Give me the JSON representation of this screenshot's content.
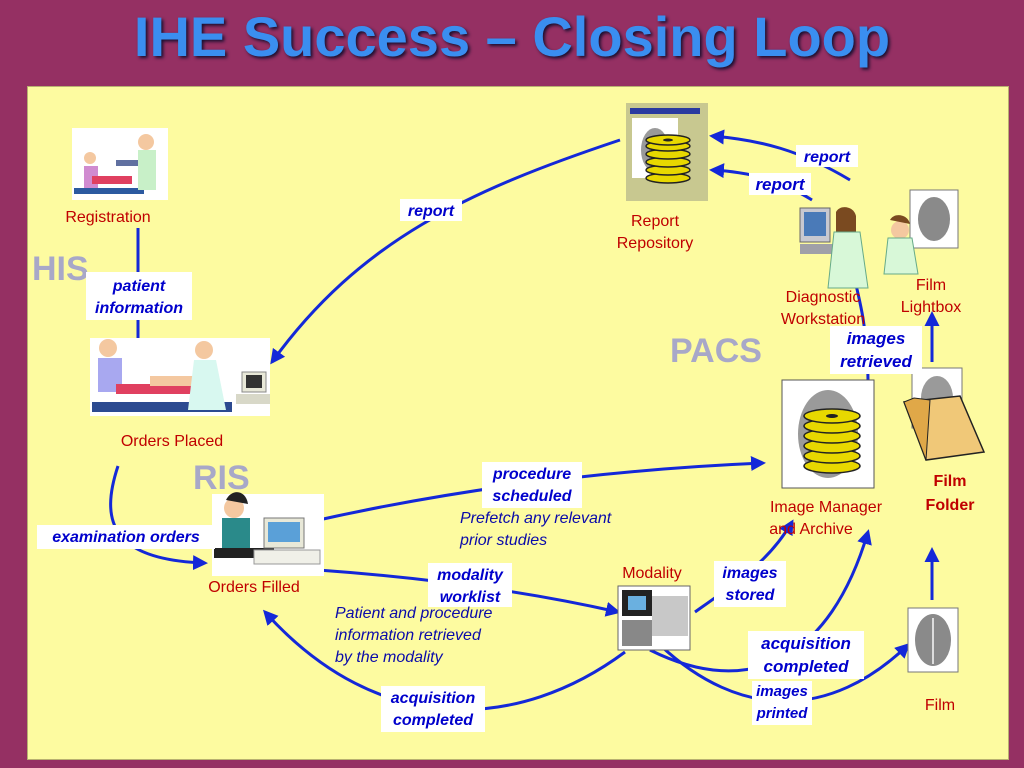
{
  "title": "IHE Success – Closing Loop",
  "systems": {
    "his": "HIS",
    "ris": "RIS",
    "pacs": "PACS"
  },
  "nodes": {
    "registration": "Registration",
    "orders_placed": "Orders Placed",
    "orders_filled": "Orders Filled",
    "report_repository_1": "Report",
    "report_repository_2": "Repository",
    "diagnostic_workstation_1": "Diagnostic",
    "diagnostic_workstation_2": "Workstation",
    "film_lightbox_1": "Film",
    "film_lightbox_2": "Lightbox",
    "image_manager_1": "Image Manager",
    "image_manager_2": "and Archive",
    "film_folder_1": "Film",
    "film_folder_2": "Folder",
    "modality": "Modality",
    "film": "Film"
  },
  "flows": {
    "report_to_orders": "report",
    "report_top": "report",
    "report_second": "report",
    "patient_information_1": "patient",
    "patient_information_2": "information",
    "examination_orders": "examination orders",
    "procedure_scheduled_1": "procedure",
    "procedure_scheduled_2": "scheduled",
    "modality_worklist_1": "modality",
    "modality_worklist_2": "worklist",
    "images_stored_1": "images",
    "images_stored_2": "stored",
    "images_retrieved_1": "images",
    "images_retrieved_2": "retrieved",
    "acquisition_completed_right_1": "acquisition",
    "acquisition_completed_right_2": "completed",
    "images_printed_1": "images",
    "images_printed_2": "printed",
    "acquisition_completed_bottom_1": "acquisition",
    "acquisition_completed_bottom_2": "completed"
  },
  "notes": {
    "prefetch_1": "Prefetch any relevant",
    "prefetch_2": "prior studies",
    "patient_info_1": "Patient and procedure",
    "patient_info_2": "information retrieved",
    "patient_info_3": "by the modality"
  },
  "colors": {
    "background": "#953063",
    "panel": "#fdfba0",
    "title": "#3a8ef0",
    "node_label": "#c00000",
    "flow_label": "#0000cc",
    "arrow": "#1428d8",
    "system_label": "#a8a8c8"
  }
}
